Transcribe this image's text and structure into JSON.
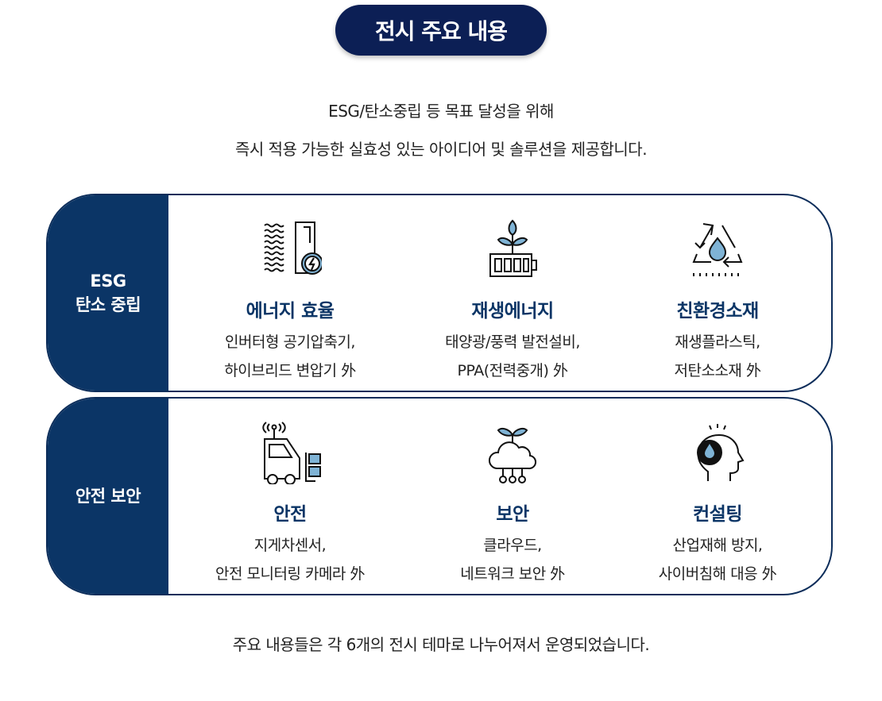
{
  "header": {
    "title": "전시 주요 내용"
  },
  "intro": {
    "line1": "ESG/탄소중립 등 목표 달성을 위해",
    "line2": "즉시 적용 가능한 실효성 있는 아이디어 및 솔루션을 제공합니다."
  },
  "colors": {
    "navy": "#0b3566",
    "pill": "#0c1f55",
    "water": "#7fb3d5"
  },
  "categories": [
    {
      "label_line1": "ESG",
      "label_line2": "탄소 중립",
      "items": [
        {
          "icon": "energy-efficiency-icon",
          "name": "에너지 효율",
          "desc1": "인버터형 공기압축기,",
          "desc2": "하이브리드 변압기 外"
        },
        {
          "icon": "renewable-energy-icon",
          "name": "재생에너지",
          "desc1": "태양광/풍력 발전설비,",
          "desc2": "PPA(전력중개) 外"
        },
        {
          "icon": "recycle-icon",
          "name": "친환경소재",
          "desc1": "재생플라스틱,",
          "desc2": "저탄소소재  外"
        }
      ]
    },
    {
      "label_line1": "안전 보안",
      "label_line2": "",
      "items": [
        {
          "icon": "forklift-sensor-icon",
          "name": "안전",
          "desc1": "지게차센서,",
          "desc2": "안전 모니터링 카메라 外"
        },
        {
          "icon": "cloud-network-icon",
          "name": "보안",
          "desc1": "클라우드,",
          "desc2": "네트워크 보안 外"
        },
        {
          "icon": "consulting-head-icon",
          "name": "컨설팅",
          "desc1": "산업재해 방지,",
          "desc2": "사이버침해 대응  外"
        }
      ]
    }
  ],
  "footer": {
    "text": "주요 내용들은 각 6개의 전시 테마로 나누어져서 운영되었습니다."
  }
}
